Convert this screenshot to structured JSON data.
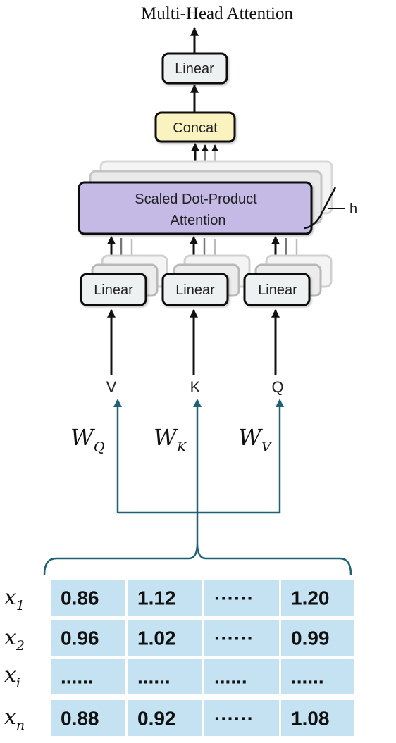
{
  "diagram": {
    "title": "Multi-Head Attention",
    "output_linear": "Linear",
    "concat": "Concat",
    "attention_line1": "Scaled Dot-Product",
    "attention_line2": "Attention",
    "heads_label": "h",
    "input_linears": [
      "Linear",
      "Linear",
      "Linear"
    ],
    "inputs": [
      "V",
      "K",
      "Q"
    ],
    "weights": [
      {
        "base": "W",
        "sub": "Q"
      },
      {
        "base": "W",
        "sub": "K"
      },
      {
        "base": "W",
        "sub": "V"
      }
    ],
    "colors": {
      "box_fill": "#eef1f2",
      "concat_fill": "#fbf3bf",
      "attention_fill": "#c5b9e6",
      "stroke": "#111111",
      "connector": "#1f6275",
      "cell": "#c4e2f1"
    }
  },
  "matrix": {
    "row_labels": [
      {
        "base": "x",
        "sub": "1"
      },
      {
        "base": "x",
        "sub": "2"
      },
      {
        "base": "x",
        "sub": "i"
      },
      {
        "base": "x",
        "sub": "n"
      }
    ],
    "rows": [
      [
        "0.86",
        "1.12",
        "······",
        "1.20"
      ],
      [
        "0.96",
        "1.02",
        "······",
        "0.99"
      ],
      [
        "......",
        "......",
        "......",
        "......"
      ],
      [
        "0.88",
        "0.92",
        "······",
        "1.08"
      ]
    ]
  }
}
